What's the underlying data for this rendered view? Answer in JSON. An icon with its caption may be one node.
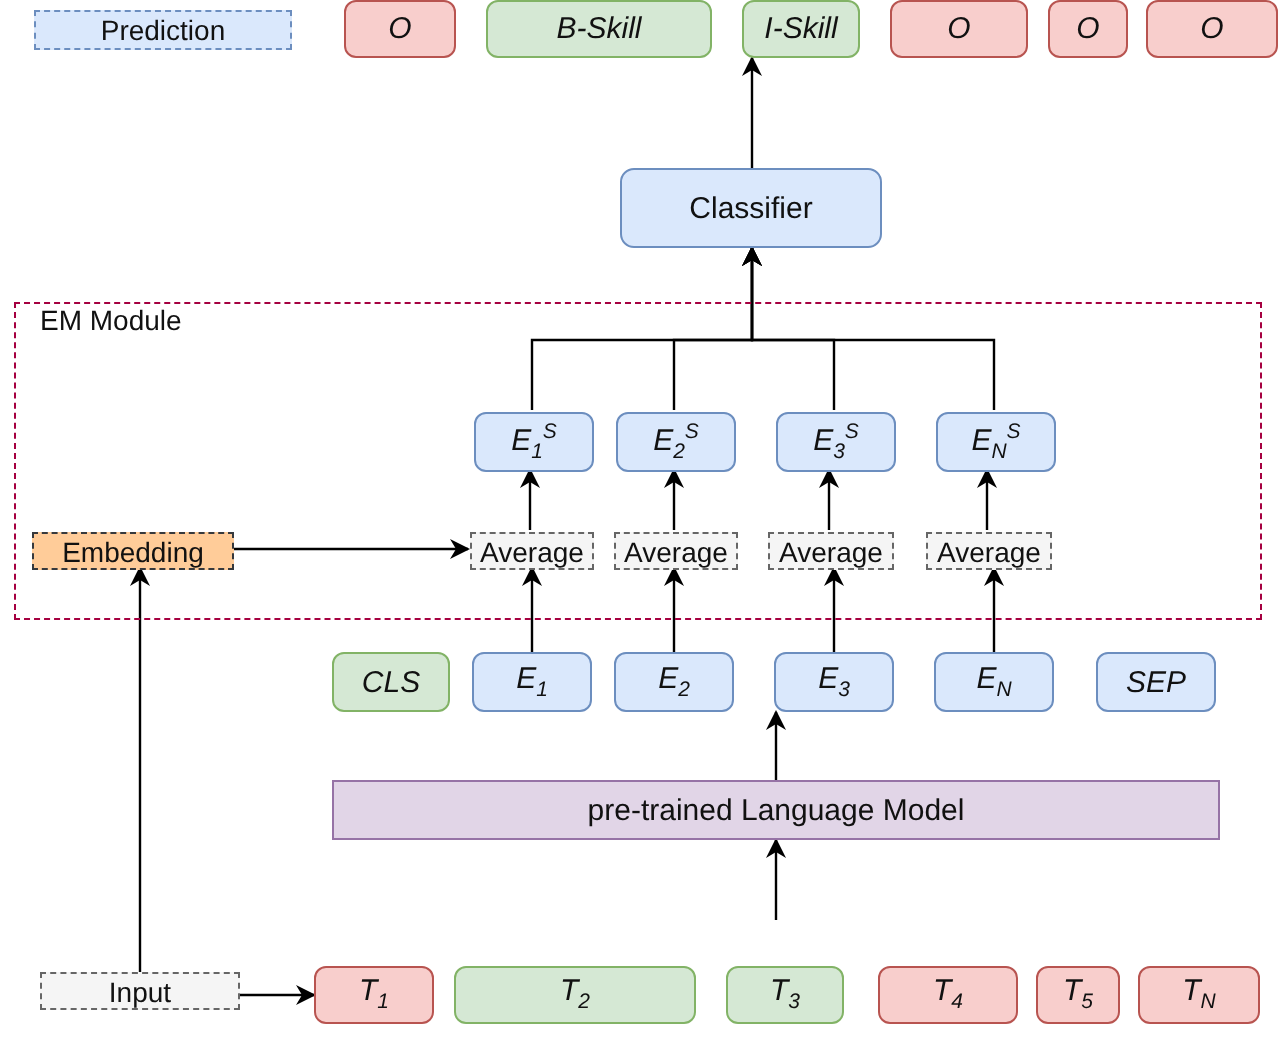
{
  "diagram": {
    "nodes": [
      {
        "text": [
          "Prediction"
        ]
      },
      {
        "text": [
          "O"
        ]
      },
      {
        "text": [
          "B-Skill"
        ]
      },
      {
        "text": [
          "I-Skill"
        ]
      },
      {
        "text": [
          "O"
        ]
      },
      {
        "text": [
          "O"
        ]
      },
      {
        "text": [
          "O"
        ]
      },
      {
        "text": [
          "Classifier"
        ]
      },
      {
        "text": [
          "EM Module"
        ]
      },
      {
        "text": [
          "E$_{1}$$^{S}$"
        ],
        "in": 8
      },
      {
        "text": [
          "E$_{2}$$^{S}$"
        ],
        "in": 8
      },
      {
        "text": [
          "E$_{3}$$^{S}$"
        ],
        "in": 8
      },
      {
        "text": [
          "E$_{N}$$^{S}$"
        ],
        "in": 8
      },
      {
        "text": [
          "Embedding"
        ],
        "in": 8
      },
      {
        "text": [
          "Average"
        ],
        "in": 8
      },
      {
        "text": [
          "Average"
        ],
        "in": 8
      },
      {
        "text": [
          "Average"
        ],
        "in": 8
      },
      {
        "text": [
          "Average"
        ],
        "in": 8
      },
      {
        "text": [
          "CLS"
        ]
      },
      {
        "text": [
          "E$_{1}$"
        ]
      },
      {
        "text": [
          "E$_{2}$"
        ]
      },
      {
        "text": [
          "E$_{3}$"
        ]
      },
      {
        "text": [
          "E$_{N}$"
        ]
      },
      {
        "text": [
          "SEP"
        ]
      },
      {
        "text": [
          "pre-trained Language Model"
        ]
      },
      {
        "text": [
          "Input"
        ]
      },
      {
        "text": [
          "T$_{1}$"
        ]
      },
      {
        "text": [
          "T$_{2}$"
        ]
      },
      {
        "text": [
          "T$_{3}$"
        ]
      },
      {
        "text": [
          "T$_{4}$"
        ]
      },
      {
        "text": [
          "T$_{5}$"
        ]
      },
      {
        "text": [
          "T$_{N}$"
        ]
      }
    ],
    "edges": [
      {
        "from": null,
        "to": 24,
        "arrow": "to"
      },
      {
        "from": 24,
        "to": 21,
        "arrow": "to"
      },
      {
        "from": 19,
        "to": 14,
        "arrow": "to"
      },
      {
        "from": 20,
        "to": 15,
        "arrow": "to"
      },
      {
        "from": 21,
        "to": 16,
        "arrow": "to"
      },
      {
        "from": 22,
        "to": 17,
        "arrow": "to"
      },
      {
        "from": 14,
        "to": 9,
        "arrow": "to"
      },
      {
        "from": 15,
        "to": 10,
        "arrow": "to"
      },
      {
        "from": 16,
        "to": 11,
        "arrow": "to"
      },
      {
        "from": 17,
        "to": 12,
        "arrow": "to"
      },
      {
        "from": 13,
        "to": 14,
        "arrow": "to"
      },
      {
        "from": 25,
        "to": 13,
        "arrow": "to"
      },
      {
        "from": 25,
        "to": 26,
        "arrow": "to"
      },
      {
        "from": 9,
        "to": 7,
        "arrow": "to"
      },
      {
        "from": 10,
        "to": 7,
        "arrow": "to"
      },
      {
        "from": 11,
        "to": 7,
        "arrow": "to"
      },
      {
        "from": 12,
        "to": 7,
        "arrow": "to"
      },
      {
        "from": 7,
        "to": 3,
        "arrow": "to"
      }
    ]
  }
}
